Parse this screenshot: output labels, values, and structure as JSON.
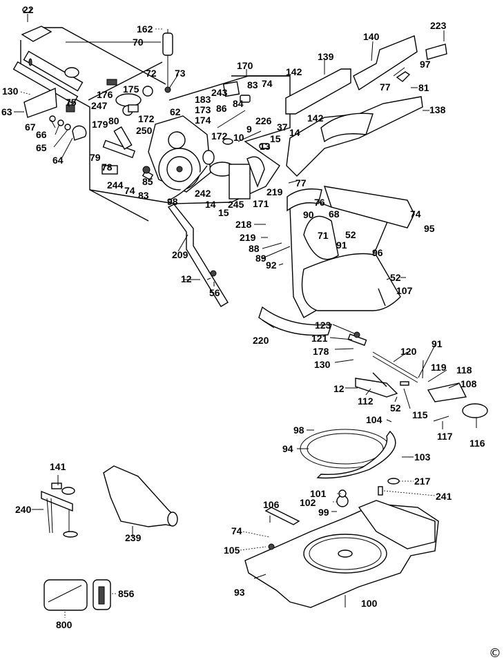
{
  "diagram": {
    "title": "Mitre saw exploded parts diagram",
    "copyright_symbol": "©",
    "group_labels": {
      "motor_assembly": "170"
    },
    "part_labels": [
      {
        "id": "l22",
        "text": "22"
      },
      {
        "id": "l162",
        "text": "162"
      },
      {
        "id": "l70",
        "text": "70"
      },
      {
        "id": "l72",
        "text": "72"
      },
      {
        "id": "l73",
        "text": "73"
      },
      {
        "id": "l170",
        "text": "170"
      },
      {
        "id": "l223",
        "text": "223"
      },
      {
        "id": "l140",
        "text": "140"
      },
      {
        "id": "l139",
        "text": "139"
      },
      {
        "id": "l142a",
        "text": "142"
      },
      {
        "id": "l97",
        "text": "97"
      },
      {
        "id": "l77a",
        "text": "77"
      },
      {
        "id": "l81",
        "text": "81"
      },
      {
        "id": "l138",
        "text": "138"
      },
      {
        "id": "l142b",
        "text": "142"
      },
      {
        "id": "l130a",
        "text": "130"
      },
      {
        "id": "l63",
        "text": "63"
      },
      {
        "id": "l75",
        "text": "75"
      },
      {
        "id": "l67",
        "text": "67"
      },
      {
        "id": "l66",
        "text": "66"
      },
      {
        "id": "l65",
        "text": "65"
      },
      {
        "id": "l64",
        "text": "64"
      },
      {
        "id": "l176",
        "text": "176"
      },
      {
        "id": "l175",
        "text": "175"
      },
      {
        "id": "l247",
        "text": "247"
      },
      {
        "id": "l243",
        "text": "243"
      },
      {
        "id": "l83a",
        "text": "83"
      },
      {
        "id": "l74a",
        "text": "74"
      },
      {
        "id": "l183",
        "text": "183"
      },
      {
        "id": "l173",
        "text": "173"
      },
      {
        "id": "l62",
        "text": "62"
      },
      {
        "id": "l174",
        "text": "174"
      },
      {
        "id": "l86",
        "text": "86"
      },
      {
        "id": "l84",
        "text": "84"
      },
      {
        "id": "l226",
        "text": "226"
      },
      {
        "id": "l37",
        "text": "37"
      },
      {
        "id": "l14a",
        "text": "14"
      },
      {
        "id": "l9",
        "text": "9"
      },
      {
        "id": "l10",
        "text": "10"
      },
      {
        "id": "l15a",
        "text": "15"
      },
      {
        "id": "l13",
        "text": "13"
      },
      {
        "id": "l172a",
        "text": "172"
      },
      {
        "id": "l172b",
        "text": "172"
      },
      {
        "id": "l179",
        "text": "179"
      },
      {
        "id": "l80",
        "text": "80"
      },
      {
        "id": "l250",
        "text": "250"
      },
      {
        "id": "l79",
        "text": "79"
      },
      {
        "id": "l78",
        "text": "78"
      },
      {
        "id": "l244",
        "text": "244"
      },
      {
        "id": "l74b",
        "text": "74"
      },
      {
        "id": "l83b",
        "text": "83"
      },
      {
        "id": "l85",
        "text": "85"
      },
      {
        "id": "l98a",
        "text": "98"
      },
      {
        "id": "l242",
        "text": "242"
      },
      {
        "id": "l14b",
        "text": "14"
      },
      {
        "id": "l245",
        "text": "245"
      },
      {
        "id": "l15b",
        "text": "15"
      },
      {
        "id": "l219a",
        "text": "219"
      },
      {
        "id": "l171",
        "text": "171"
      },
      {
        "id": "l77b",
        "text": "77"
      },
      {
        "id": "l76",
        "text": "76"
      },
      {
        "id": "l74c",
        "text": "74"
      },
      {
        "id": "l95",
        "text": "95"
      },
      {
        "id": "l68",
        "text": "68"
      },
      {
        "id": "l90",
        "text": "90"
      },
      {
        "id": "l52a",
        "text": "52"
      },
      {
        "id": "l218",
        "text": "218"
      },
      {
        "id": "l219b",
        "text": "219"
      },
      {
        "id": "l71",
        "text": "71"
      },
      {
        "id": "l91a",
        "text": "91"
      },
      {
        "id": "l88",
        "text": "88"
      },
      {
        "id": "l89",
        "text": "89"
      },
      {
        "id": "l92",
        "text": "92"
      },
      {
        "id": "l96",
        "text": "96"
      },
      {
        "id": "l52b",
        "text": "52"
      },
      {
        "id": "l107",
        "text": "107"
      },
      {
        "id": "l209",
        "text": "209"
      },
      {
        "id": "l12a",
        "text": "12"
      },
      {
        "id": "l56",
        "text": "56"
      },
      {
        "id": "l220",
        "text": "220"
      },
      {
        "id": "l123",
        "text": "123"
      },
      {
        "id": "l121",
        "text": "121"
      },
      {
        "id": "l178",
        "text": "178"
      },
      {
        "id": "l130b",
        "text": "130"
      },
      {
        "id": "l120",
        "text": "120"
      },
      {
        "id": "l91b",
        "text": "91"
      },
      {
        "id": "l119",
        "text": "119"
      },
      {
        "id": "l118",
        "text": "118"
      },
      {
        "id": "l108",
        "text": "108"
      },
      {
        "id": "l12b",
        "text": "12"
      },
      {
        "id": "l112",
        "text": "112"
      },
      {
        "id": "l52c",
        "text": "52"
      },
      {
        "id": "l115",
        "text": "115"
      },
      {
        "id": "l104",
        "text": "104"
      },
      {
        "id": "l117",
        "text": "117"
      },
      {
        "id": "l116",
        "text": "116"
      },
      {
        "id": "l98b",
        "text": "98"
      },
      {
        "id": "l94",
        "text": "94"
      },
      {
        "id": "l103",
        "text": "103"
      },
      {
        "id": "l217",
        "text": "217"
      },
      {
        "id": "l101",
        "text": "101"
      },
      {
        "id": "l241",
        "text": "241"
      },
      {
        "id": "l102",
        "text": "102"
      },
      {
        "id": "l99",
        "text": "99"
      },
      {
        "id": "l106",
        "text": "106"
      },
      {
        "id": "l74d",
        "text": "74"
      },
      {
        "id": "l105",
        "text": "105"
      },
      {
        "id": "l93",
        "text": "93"
      },
      {
        "id": "l100",
        "text": "100"
      },
      {
        "id": "l141",
        "text": "141"
      },
      {
        "id": "l240",
        "text": "240"
      },
      {
        "id": "l239",
        "text": "239"
      },
      {
        "id": "l856",
        "text": "856"
      },
      {
        "id": "l800",
        "text": "800"
      }
    ]
  }
}
